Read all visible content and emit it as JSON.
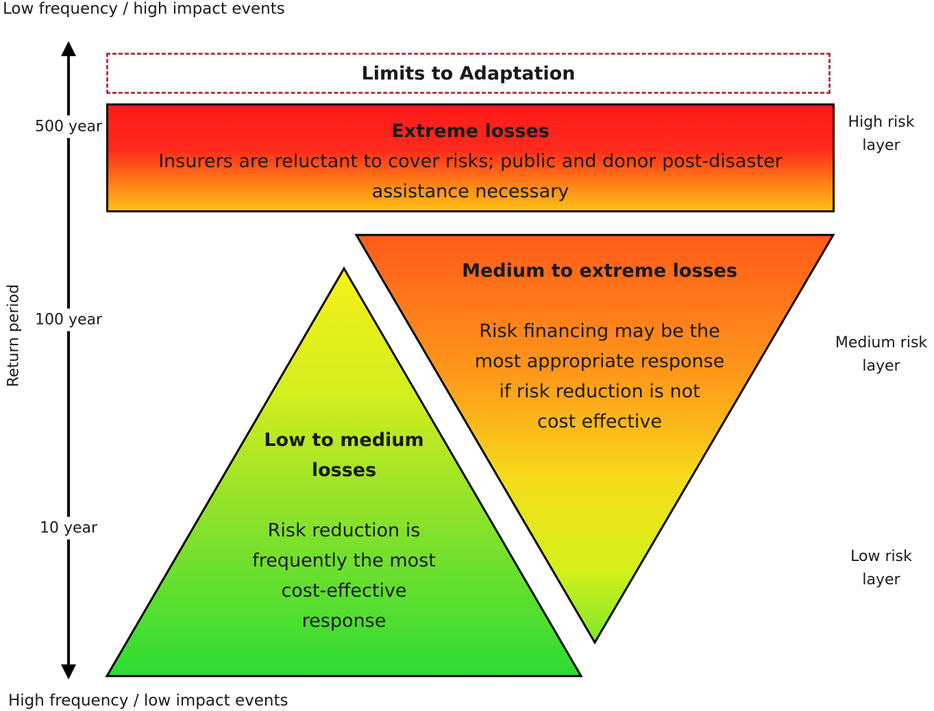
{
  "captions": {
    "top": "Low frequency / high impact events",
    "bottom": "High frequency / low impact events"
  },
  "axis": {
    "label": "Return period",
    "ticks": [
      "500 year",
      "100 year",
      "10 year"
    ]
  },
  "limits": {
    "label": "Limits to Adaptation"
  },
  "extreme": {
    "title": "Extreme losses",
    "body_line1": "Insurers are reluctant to cover risks; public and donor post-disaster",
    "body_line2": "assistance necessary"
  },
  "medium": {
    "title": "Medium to extreme losses",
    "body_lines": [
      "Risk financing may be the",
      "most appropriate response",
      "if risk reduction is not",
      "cost effective"
    ]
  },
  "low": {
    "title_lines": [
      "Low to medium",
      "losses"
    ],
    "body_lines": [
      "Risk reduction is",
      "frequently the most",
      "cost-effective",
      "response"
    ]
  },
  "layers": {
    "high": [
      "High risk",
      "layer"
    ],
    "medium": [
      "Medium risk",
      "layer"
    ],
    "low": [
      "Low risk",
      "layer"
    ]
  },
  "colors": {
    "red": "#ff1a1a",
    "orange": "#ff6a1a",
    "yellow": "#f2f21a",
    "green": "#2fdc2f",
    "dashed_border": "#b03a4a"
  }
}
